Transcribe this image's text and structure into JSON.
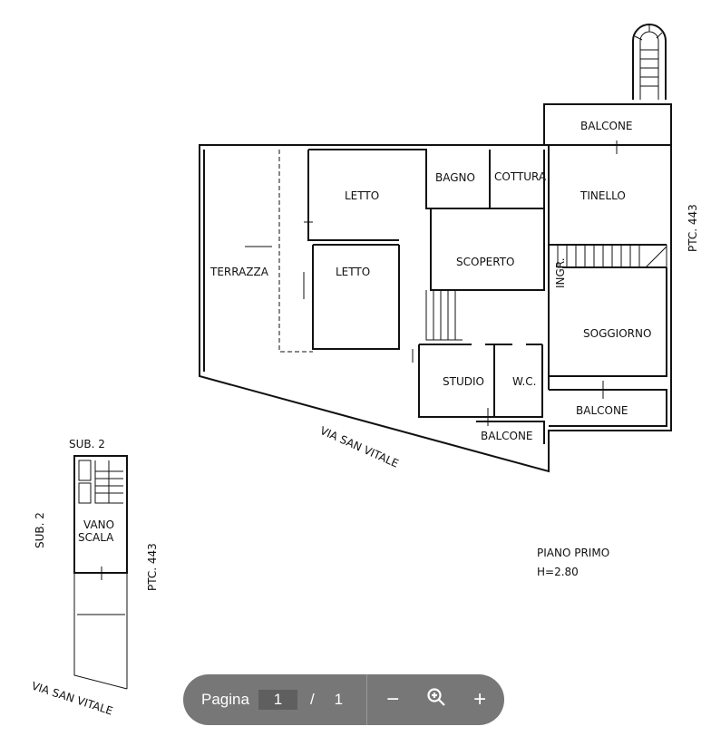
{
  "plan": {
    "rooms": {
      "terrazza": "TERRAZZA",
      "letto1": "LETTO",
      "letto2": "LETTO",
      "bagno": "BAGNO",
      "cottura": "COTTURA",
      "tinello": "TINELLO",
      "scoperto": "SCOPERTO",
      "ingr": "INGR.",
      "soggiorno": "SOGGIORNO",
      "studio": "STUDIO",
      "wc": "W.C.",
      "balcone_top": "BALCONE",
      "balcone_right": "BALCONE",
      "balcone_bottom": "BALCONE"
    },
    "ptc_main": "PTC. 443",
    "street_main": "VIA SAN VITALE",
    "level": "PIANO PRIMO",
    "height": "H=2.80",
    "sub_top": "SUB. 2",
    "sub_side": "SUB. 2",
    "vano": "VANO",
    "scala": "SCALA",
    "ptc_sub": "PTC. 443",
    "street_sub": "VIA SAN VITALE"
  },
  "toolbar": {
    "page_label": "Pagina",
    "current_page": "1",
    "separator": "/",
    "total_pages": "1",
    "zoom_out": "−",
    "zoom_in": "+"
  }
}
